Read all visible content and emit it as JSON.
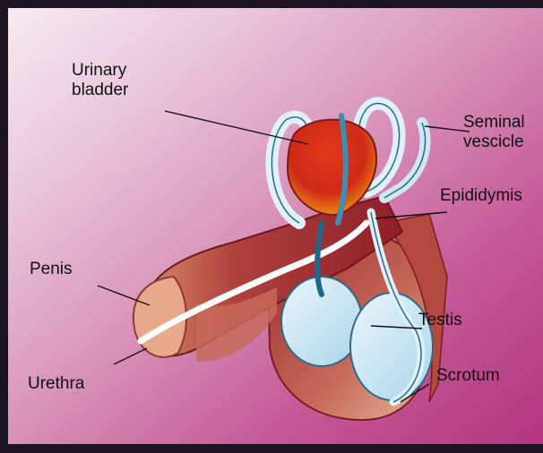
{
  "diagram": {
    "labels": {
      "urinary_bladder_line1": "Urinary",
      "urinary_bladder_line2": "bladder",
      "seminal_vescicle_line1": "Seminal",
      "seminal_vescicle_line2": "vescicle",
      "epididymis": "Epididymis",
      "penis": "Penis",
      "testis": "Testis",
      "urethra": "Urethra",
      "scrotum": "Scrotum"
    }
  }
}
